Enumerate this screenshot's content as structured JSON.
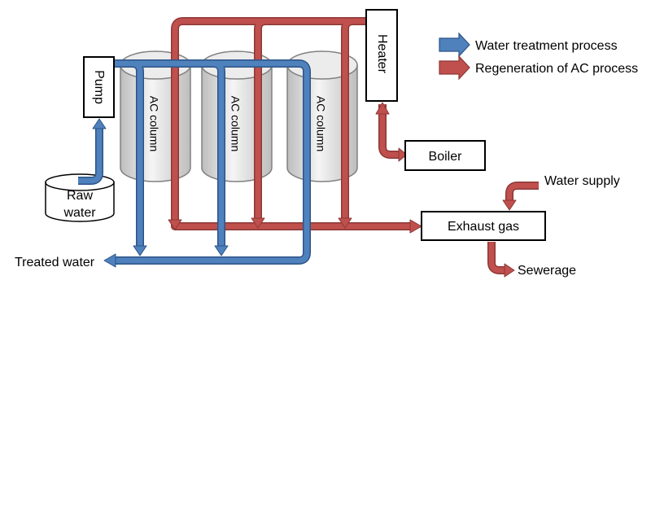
{
  "diagram": {
    "legend": {
      "water": "Water treatment process",
      "regen": "Regeneration of AC process"
    },
    "components": {
      "pump": "Pump",
      "heater": "Heater",
      "boiler": "Boiler",
      "exhaust": "Exhaust gas",
      "raw_water_line1": "Raw",
      "raw_water_line2": "water",
      "column_label": "AC column"
    },
    "flows": {
      "treated_water": "Treated water",
      "water_supply": "Water supply",
      "sewerage": "Sewerage"
    },
    "colors": {
      "water_fill": "#4f81bd",
      "water_stroke": "#2c5487",
      "regen_fill": "#c0504d",
      "regen_stroke": "#8c3836"
    }
  }
}
